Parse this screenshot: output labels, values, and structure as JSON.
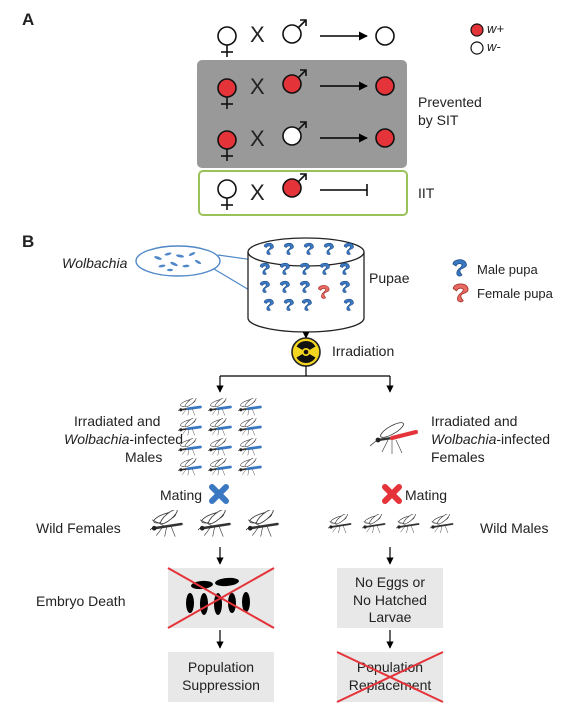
{
  "panel_a": {
    "label": "A",
    "cross_symbol": "X",
    "legend": {
      "w_plus": "w+",
      "w_minus": "w-",
      "w_plus_color": "#e5333a",
      "w_minus_color": "#ffffff"
    },
    "prevented_line1": "Prevented",
    "prevented_line2": "by SIT",
    "iit": "IIT",
    "crosses": [
      {
        "female": "w-",
        "male": "w-",
        "result": "w- offspring"
      },
      {
        "female": "w+",
        "male": "w+",
        "result": "w+ offspring"
      },
      {
        "female": "w+",
        "male": "w-",
        "result": "w+ offspring"
      },
      {
        "female": "w-",
        "male": "w+",
        "result": "blocked"
      }
    ]
  },
  "panel_b": {
    "label": "B",
    "wolbachia": "Wolbachia",
    "pupae": "Pupae",
    "legend_male_pupa": "Male pupa",
    "legend_female_pupa": "Female pupa",
    "male_pupa_color": "#3b78c2",
    "female_pupa_color": "#e86a62",
    "irradiation": "Irradiation",
    "males_line1": "Irradiated and",
    "males_line2_italic": "Wolbachia",
    "males_line2_rest": "-infected",
    "males_line3": "Males",
    "females_line1": "Irradiated and",
    "females_line2_italic": "Wolbachia",
    "females_line2_rest": "-infected",
    "females_line3": "Females",
    "mating_left": "Mating",
    "mating_right": "Mating",
    "wild_females": "Wild Females",
    "wild_males": "Wild Males",
    "embryo_death": "Embryo Death",
    "no_eggs_1": "No Eggs or",
    "no_eggs_2": "No Hatched",
    "no_eggs_3": "Larvae",
    "pop_supp_1": "Population",
    "pop_supp_2": "Suppression",
    "pop_repl_1": "Population",
    "pop_repl_2": "Replacement"
  }
}
